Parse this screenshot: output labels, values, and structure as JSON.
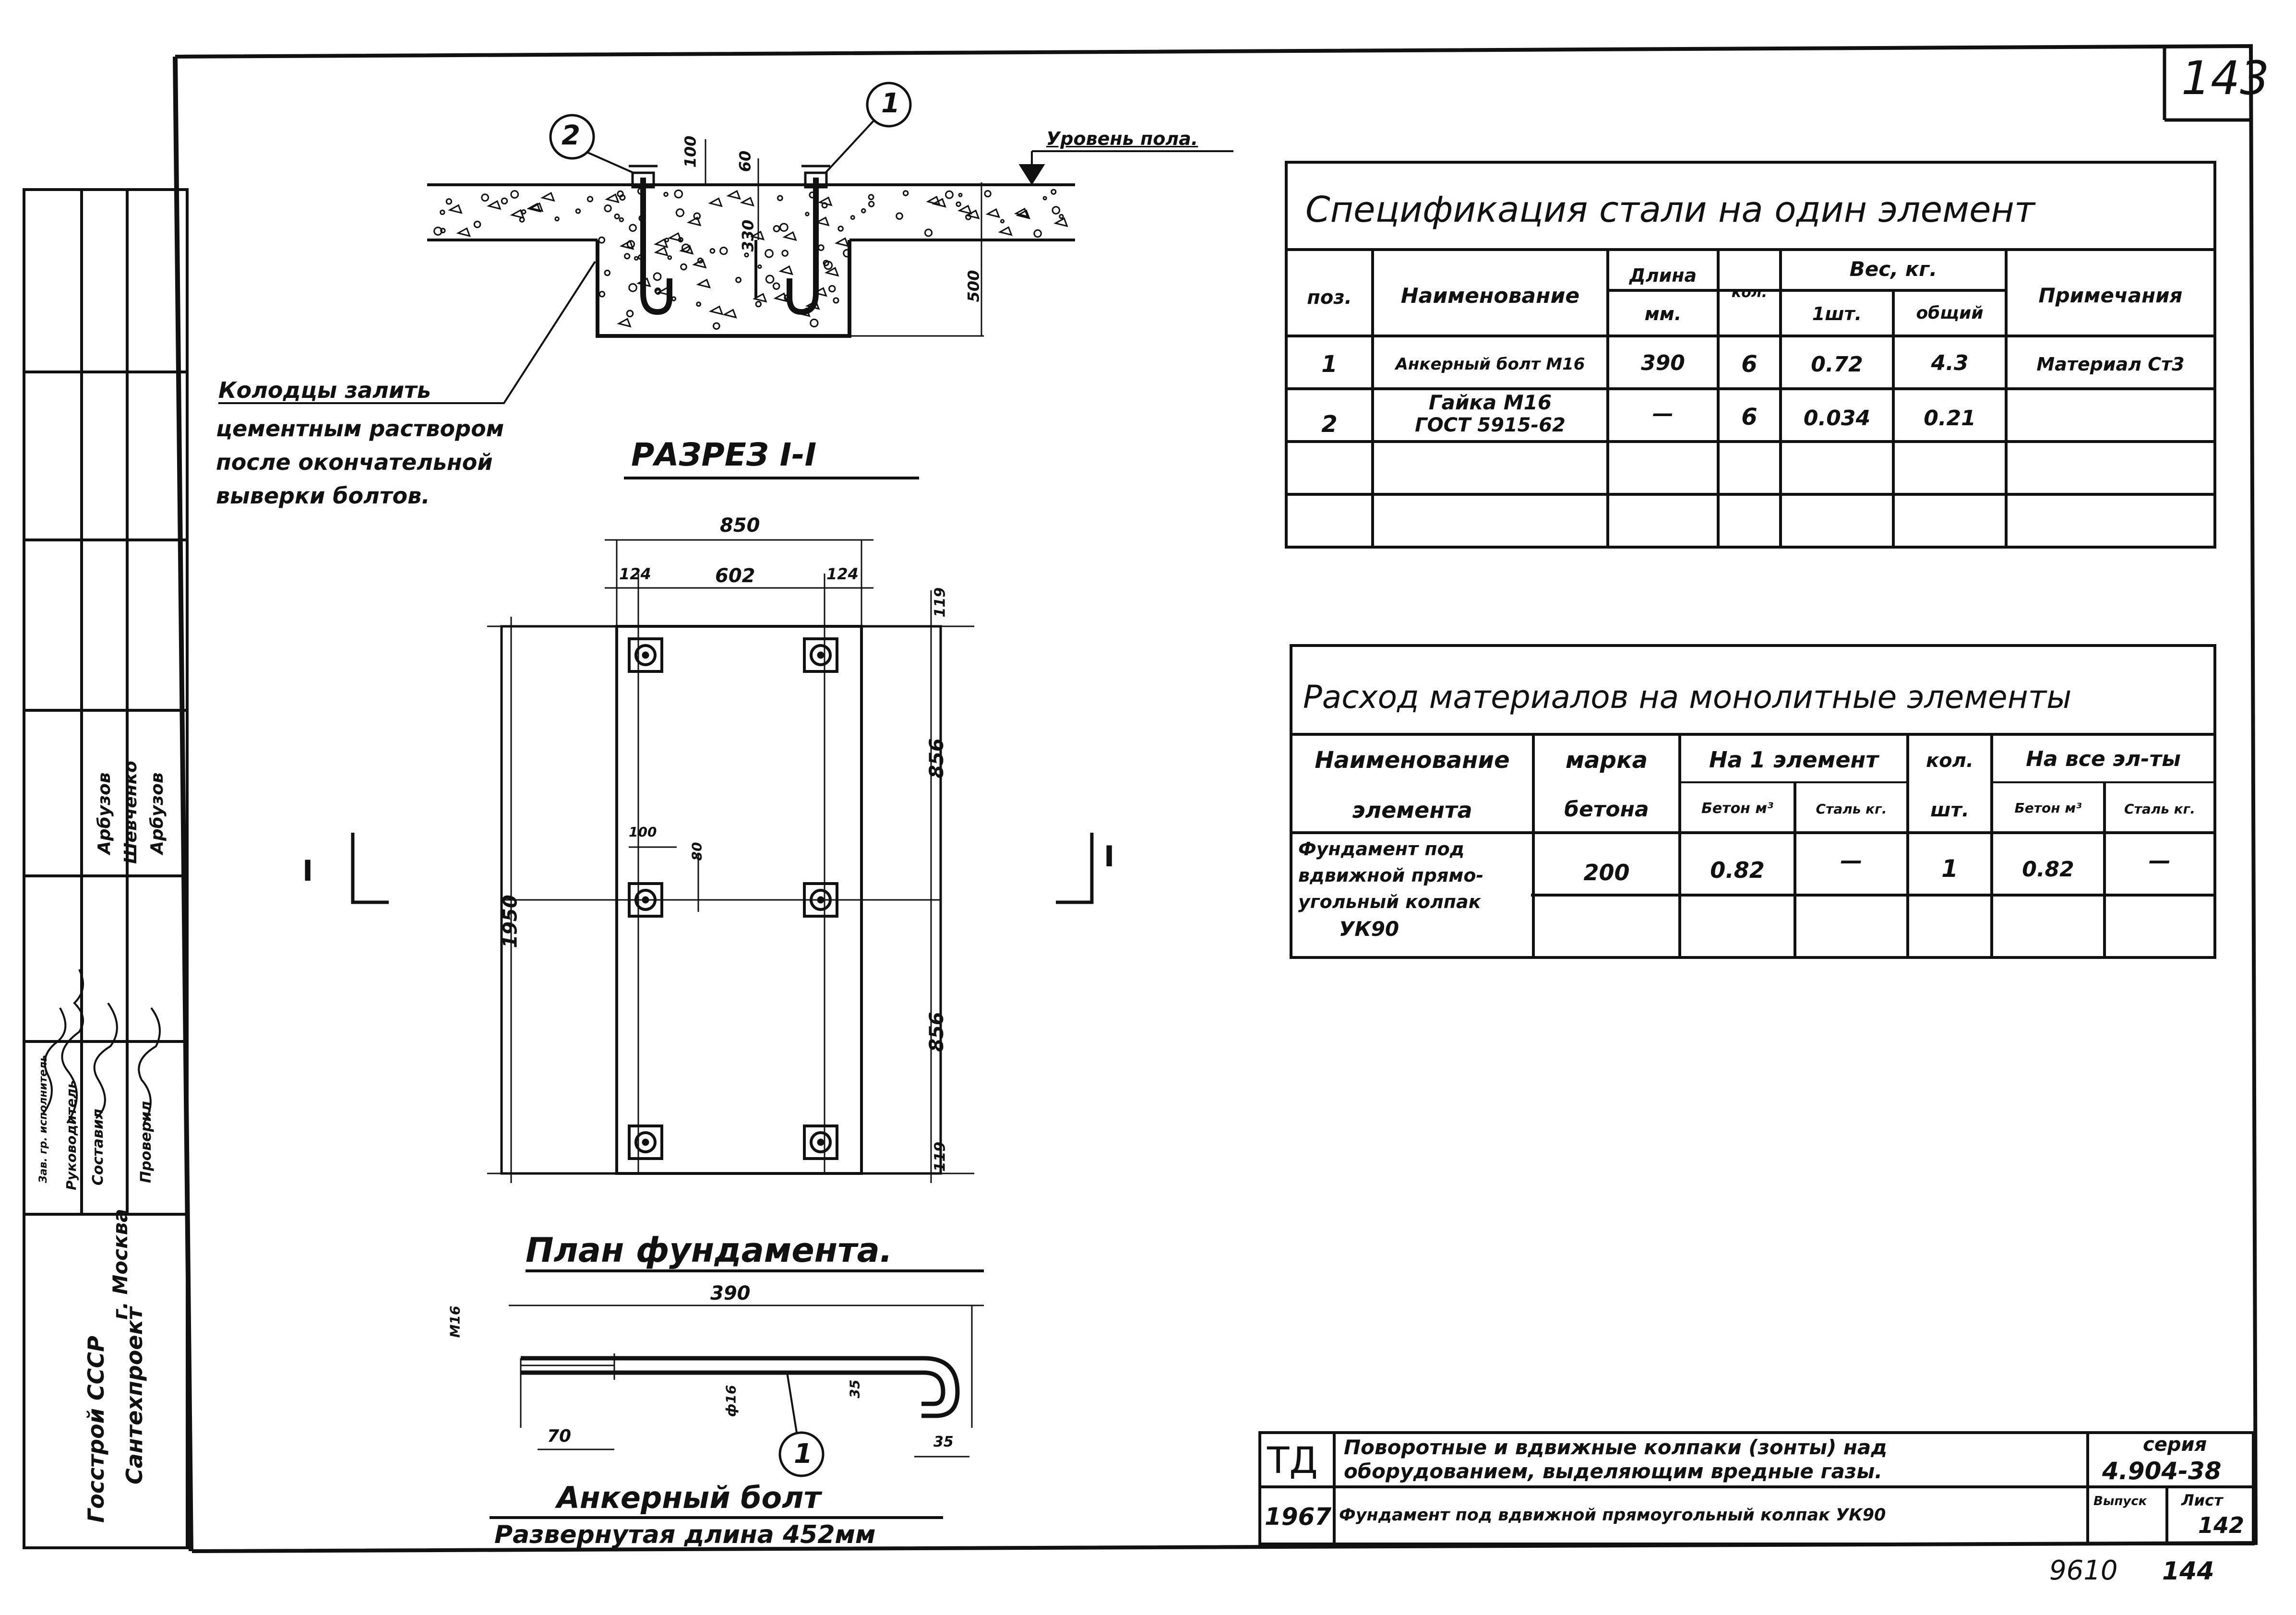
{
  "sheet": {
    "page_number": "143",
    "bottom_number_left": "9610",
    "bottom_number_right": "144"
  },
  "section": {
    "title": "РАЗРЕЗ I-I",
    "floor_level": "Уровень пола.",
    "note_lines": [
      "Колодцы залить",
      "цементным раствором",
      "после окончательной",
      "выверки болтов."
    ],
    "callouts": [
      "1",
      "2"
    ],
    "dims": {
      "d100": "100",
      "d60": "60",
      "d330": "330",
      "d500": "500"
    }
  },
  "plan": {
    "title": "План фундамента.",
    "section_mark": "I",
    "dims": {
      "overall_width": "850",
      "edge_left": "124",
      "center": "602",
      "edge_right": "124",
      "overall_length": "1950",
      "top_edge": "119",
      "upper_span": "856",
      "lower_span": "856",
      "bottom_edge": "119",
      "hole_w": "100",
      "hole_h": "80"
    }
  },
  "bolt": {
    "title": "Анкерный болт",
    "subtitle": "Развернутая длина 452мм",
    "callout": "1",
    "dims": {
      "length": "390",
      "thread": "М16",
      "thread_len": "70",
      "diameter": "ф16",
      "bend": "35",
      "hook": "35"
    }
  },
  "spec_table": {
    "title": "Спецификация стали на один элемент",
    "headers": {
      "pos": "поз.",
      "name": "Наименование",
      "length_1": "Длина",
      "length_2": "мм.",
      "qty": "кол.",
      "weight": "Вес, кг.",
      "w_one": "1шт.",
      "w_total": "общий",
      "note": "Примечания"
    },
    "rows": [
      {
        "pos": "1",
        "name": "Анкерный болт М16",
        "length": "390",
        "qty": "6",
        "w_one": "0.72",
        "w_total": "4.3",
        "note": "Материал Ст3"
      },
      {
        "pos": "2",
        "name": "Гайка М16",
        "name_2": "ГОСТ 5915-62",
        "length": "—",
        "qty": "6",
        "w_one": "0.034",
        "w_total": "0.21",
        "note": ""
      }
    ]
  },
  "material_table": {
    "title": "Расход материалов на монолитные элементы",
    "headers": {
      "name_1": "Наименование",
      "name_2": "элемента",
      "grade_1": "марка",
      "grade_2": "бетона",
      "per_el": "На 1 элемент",
      "concrete": "Бетон м³",
      "steel": "Сталь кг.",
      "qty_1": "кол.",
      "qty_2": "шт.",
      "all_el": "На все эл-ты",
      "all_concrete": "Бетон м³",
      "all_steel": "Сталь кг."
    },
    "row": {
      "name_lines": [
        "Фундамент под",
        "вдвижной прямо-",
        "угольный колпак",
        "УК90"
      ],
      "grade": "200",
      "concrete": "0.82",
      "steel": "—",
      "qty": "1",
      "all_concrete": "0.82",
      "all_steel": "—"
    }
  },
  "left_stamp": {
    "org_lines": [
      "Госстрой СССР",
      "Сантехпроект",
      "г. Москва"
    ],
    "roles": [
      "Зав. гр. исполнитель",
      "Руководитель",
      "Составил",
      "Проверил"
    ],
    "names": [
      "Арбузов",
      "Шевченко",
      "Арбузов"
    ]
  },
  "title_block": {
    "td": "ТД",
    "year": "1967",
    "line_1": "Поворотные и вдвижные колпаки (зонты) над",
    "line_2": "оборудованием, выделяющим вредные газы.",
    "line_3": "Фундамент под вдвижной прямоугольный колпак УК90",
    "series_label": "серия",
    "series": "4.904-38",
    "issue_label": "Выпуск",
    "sheet_label": "Лист",
    "sheet_no": "142"
  }
}
